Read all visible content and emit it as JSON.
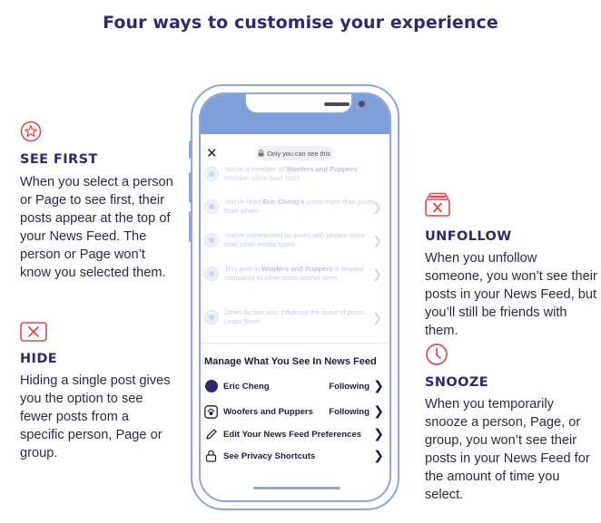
{
  "title": "Four ways to customise your experience",
  "features": {
    "see_first": {
      "heading": "SEE FIRST",
      "body": "When you select a person or Page to see first, their posts appear at the top of your News Feed. The person or Page won’t know you selected them.",
      "icon": "star-icon"
    },
    "hide": {
      "heading": "HIDE",
      "body": "Hiding a single post gives you the option to see fewer posts from a specific person, Page or group.",
      "icon": "close-box-icon"
    },
    "unfollow": {
      "heading": "UNFOLLOW",
      "body": "When you unfollow someone, you won’t see their posts in your News Feed, but you’ll still be friends with them.",
      "icon": "unfollow-stack-icon"
    },
    "snooze": {
      "heading": "SNOOZE",
      "body": "When you temporarily snooze a person, Page, or group, you won’t see their posts in your News Feed for the amount of time you select.",
      "icon": "clock-icon"
    }
  },
  "phone": {
    "privacy_pill": "Only you can see this",
    "reasons": [
      {
        "pre": "You’re a member of ",
        "bold": "Woofers and Puppers",
        "post": "",
        "sub": "Member since April 2012"
      },
      {
        "pre": "You’ve liked ",
        "bold": "Eric Cheng’s",
        "post": " posts more than posts from others",
        "sub": ""
      },
      {
        "pre": "You’ve commented on posts with photos more than other media types",
        "bold": "",
        "post": "",
        "sub": ""
      },
      {
        "pre": "This post in ",
        "bold": "Woofers and Puppers",
        "post": " is popular compared to other posts you’ve seen",
        "sub": ""
      },
      {
        "pre": "Other factors also influence the order of posts. Learn More",
        "bold": "",
        "post": "",
        "sub": ""
      }
    ],
    "manage_title": "Manage What You See In News Feed",
    "manage_rows": [
      {
        "label": "Eric Cheng",
        "status": "Following"
      },
      {
        "label": "Woofers and Puppers",
        "status": "Following"
      },
      {
        "label": "Edit Your News Feed Preferences",
        "status": ""
      },
      {
        "label": "See Privacy Shortcuts",
        "status": ""
      }
    ]
  },
  "colors": {
    "accent_red": "#e0474c",
    "title_navy": "#2d2a6e",
    "phone_blue": "#7f9fd8"
  }
}
